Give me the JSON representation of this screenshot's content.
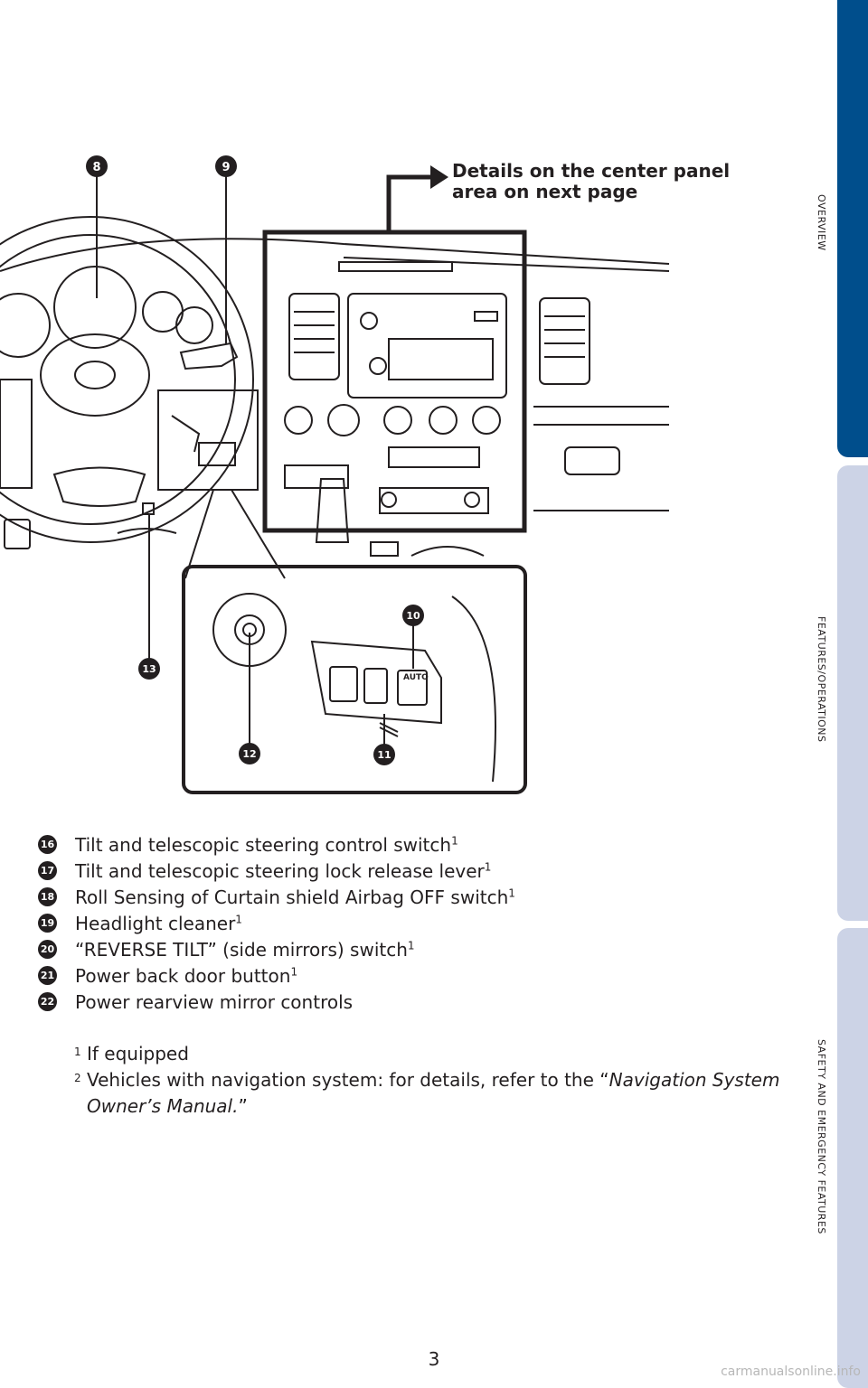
{
  "side_tabs": [
    "OVERVIEW",
    "FEATURES/OPERATIONS",
    "SAFETY AND EMERGENCY FEATURES"
  ],
  "colors": {
    "active_tab": "#004e8c",
    "inactive_tab": "#ccd3e6",
    "text": "#231f20"
  },
  "figure": {
    "callout_line1": "Details on the center panel",
    "callout_line2": "area on next page",
    "markers": [
      "8",
      "9",
      "10",
      "11",
      "12",
      "13"
    ],
    "switch_label": "AUTO"
  },
  "legend": [
    {
      "num": "16",
      "text": "Tilt and telescopic steering control switch",
      "sup": "1"
    },
    {
      "num": "17",
      "text": "Tilt and telescopic steering lock release lever",
      "sup": "1"
    },
    {
      "num": "18",
      "text": "Roll Sensing of Curtain shield Airbag OFF switch",
      "sup": "1"
    },
    {
      "num": "19",
      "text": "Headlight cleaner",
      "sup": "1"
    },
    {
      "num": "20",
      "text": "“REVERSE TILT” (side mirrors) switch",
      "sup": "1"
    },
    {
      "num": "21",
      "text": "Power back door button",
      "sup": "1"
    },
    {
      "num": "22",
      "text": "Power rearview mirror controls",
      "sup": ""
    }
  ],
  "footnotes": {
    "fn1_mark": "1",
    "fn1_text": "If equipped",
    "fn2_mark": "2",
    "fn2_text": "Vehicles with navigation system: for details, refer to the “",
    "fn2_italic": "Navigation System Owner’s Manual.",
    "fn2_end": "”"
  },
  "page_number": "3",
  "watermark": "carmanualsonline.info"
}
